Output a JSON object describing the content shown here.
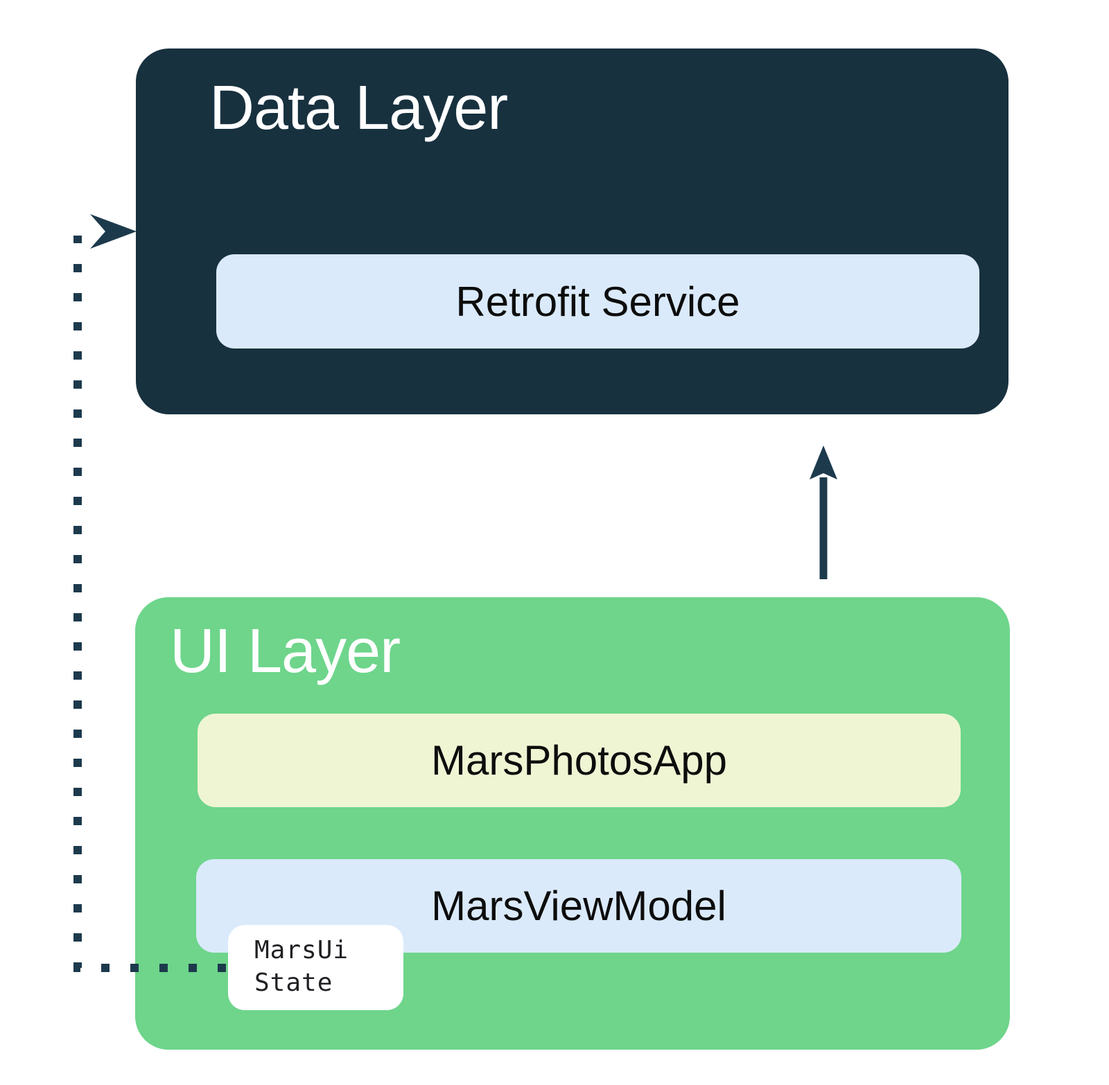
{
  "colors": {
    "background": "#ffffff",
    "data_layer_bg": "#18313f",
    "ui_layer_bg": "#6ed58b",
    "light_blue_bg": "#daeafb",
    "light_yellow_bg": "#eff5d3",
    "chip_bg": "#ffffff",
    "arrow": "#1d3a4d",
    "title_text": "#ffffff",
    "label_text": "#0d0d0d",
    "chip_text": "#202124"
  },
  "data_layer": {
    "title": "Data Layer",
    "items": [
      {
        "label": "Retrofit Service"
      }
    ]
  },
  "ui_layer": {
    "title": "UI Layer",
    "items": [
      {
        "label": "MarsPhotosApp"
      },
      {
        "label": "MarsViewModel"
      }
    ]
  },
  "chip": {
    "lines": [
      "MarsUi",
      "State"
    ]
  }
}
